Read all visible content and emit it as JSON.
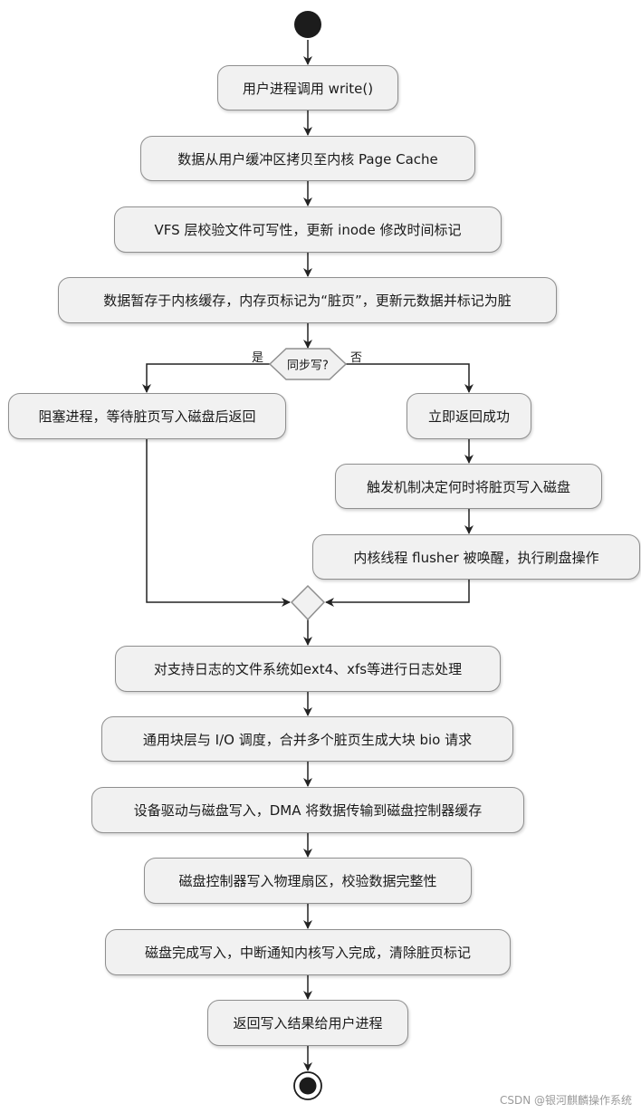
{
  "nodes": {
    "write_call": "用户进程调用 write()",
    "copy_to_cache": "数据从用户缓冲区拷贝至内核 Page Cache",
    "vfs_check": "VFS 层校验文件可写性，更新 inode 修改时间标记",
    "mark_dirty": "数据暂存于内核缓存，内存页标记为“脏页”，更新元数据并标记为脏",
    "block_wait": "阻塞进程，等待脏页写入磁盘后返回",
    "return_ok": "立即返回成功",
    "trigger": "触发机制决定何时将脏页写入磁盘",
    "flusher": "内核线程 flusher 被唤醒，执行刷盘操作",
    "journal": "对支持日志的文件系统如ext4、xfs等进行日志处理",
    "block_layer": "通用块层与 I/O 调度，合并多个脏页生成大块 bio 请求",
    "dma": "设备驱动与磁盘写入，DMA 将数据传输到磁盘控制器缓存",
    "sector_write": "磁盘控制器写入物理扇区，校验数据完整性",
    "complete": "磁盘完成写入，中断通知内核写入完成，清除脏页标记",
    "return_result": "返回写入结果给用户进程"
  },
  "decision": {
    "question": "同步写?",
    "yes": "是",
    "no": "否"
  },
  "watermark": "CSDN @银河麒麟操作系统"
}
